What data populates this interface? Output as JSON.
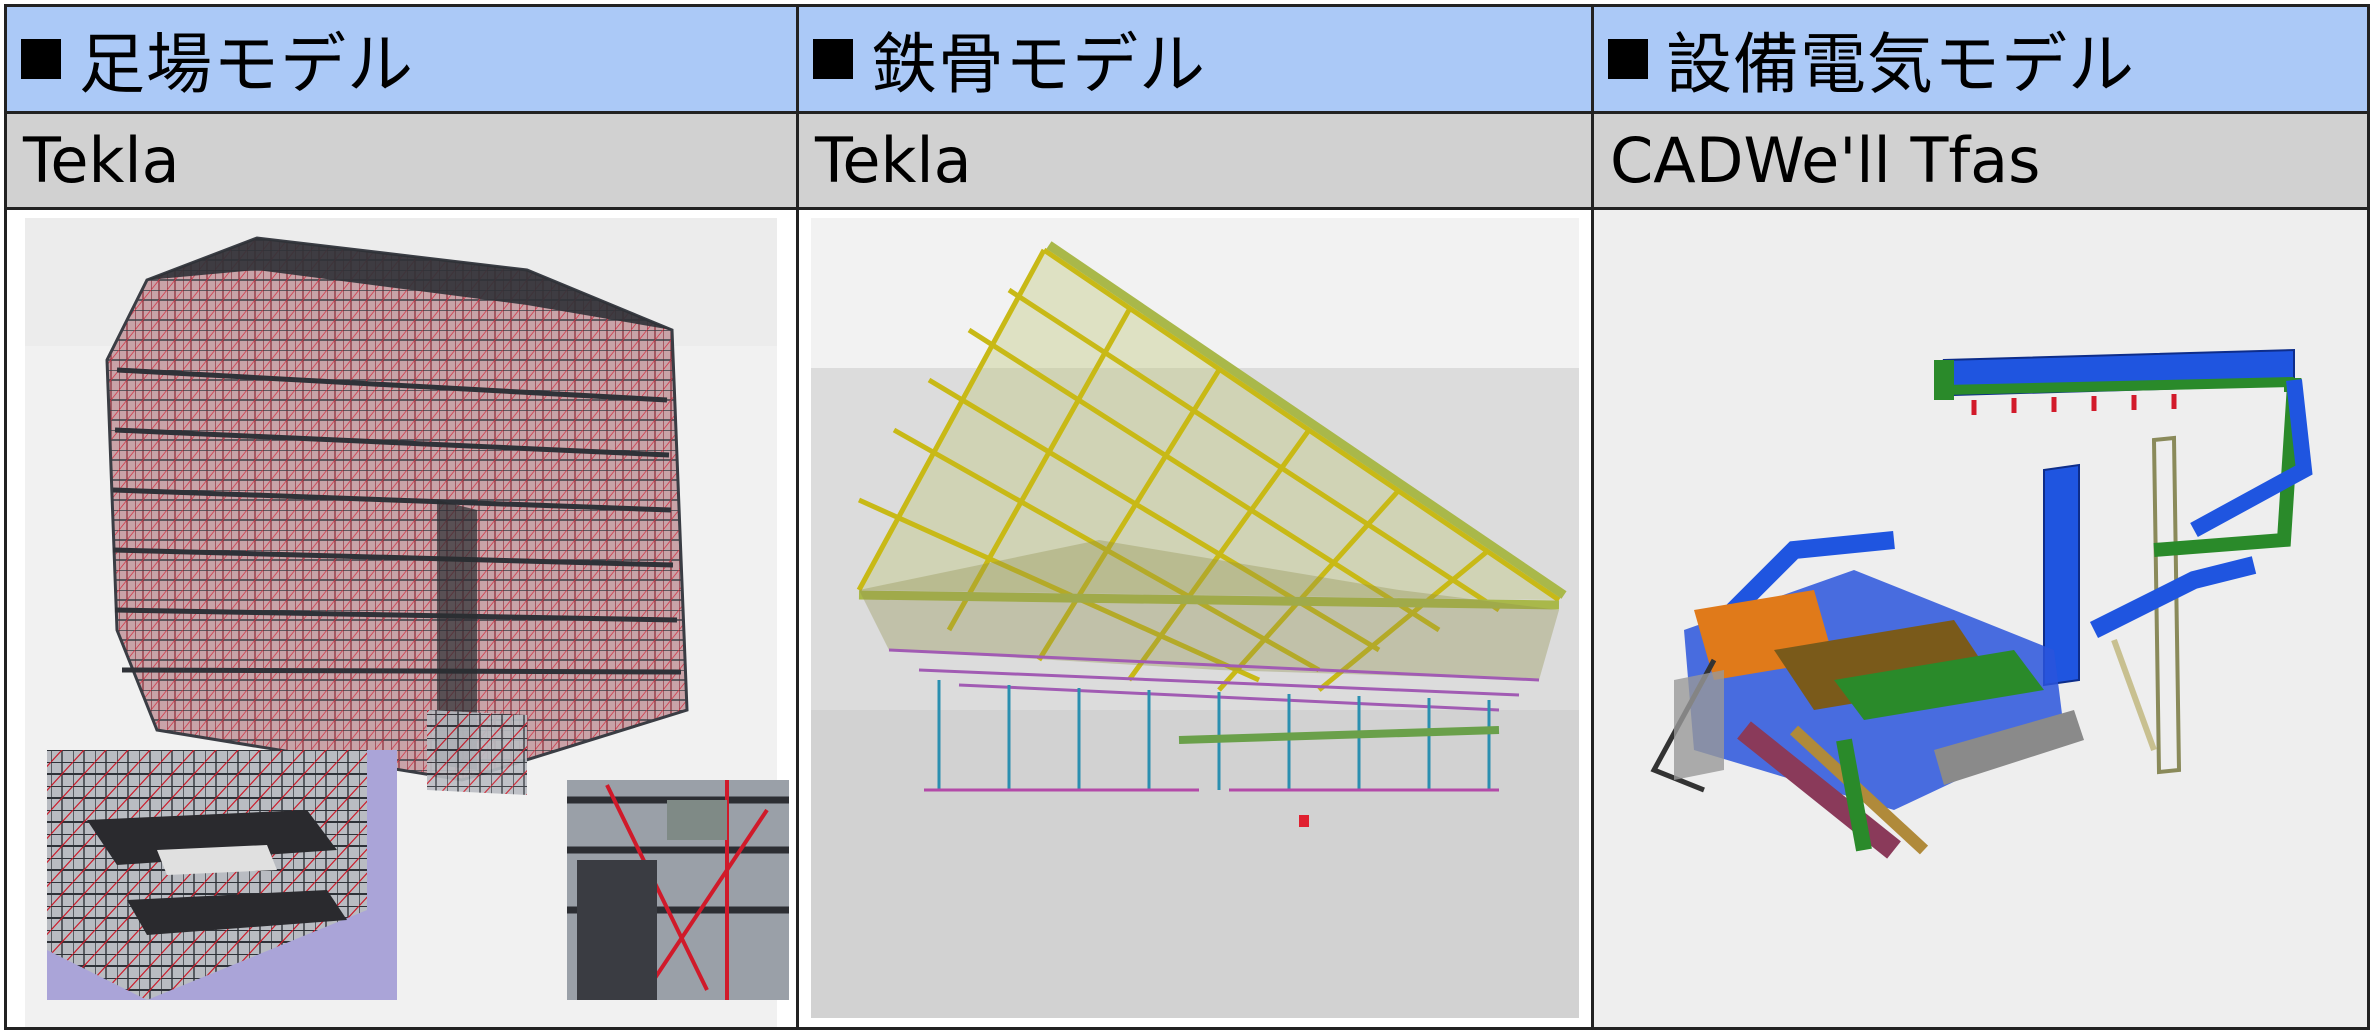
{
  "columns": [
    {
      "title": "足場モデル",
      "software": "Tekla",
      "image": "scaffolding-3d-model"
    },
    {
      "title": "鉄骨モデル",
      "software": "Tekla",
      "image": "steel-frame-3d-model"
    },
    {
      "title": "設備電気モデル",
      "software": "CADWe'll Tfas",
      "image": "mep-electrical-3d-model"
    }
  ],
  "colors": {
    "header_bg": "#abc9f7",
    "software_bg": "#d1d1d1",
    "border": "#222222"
  }
}
